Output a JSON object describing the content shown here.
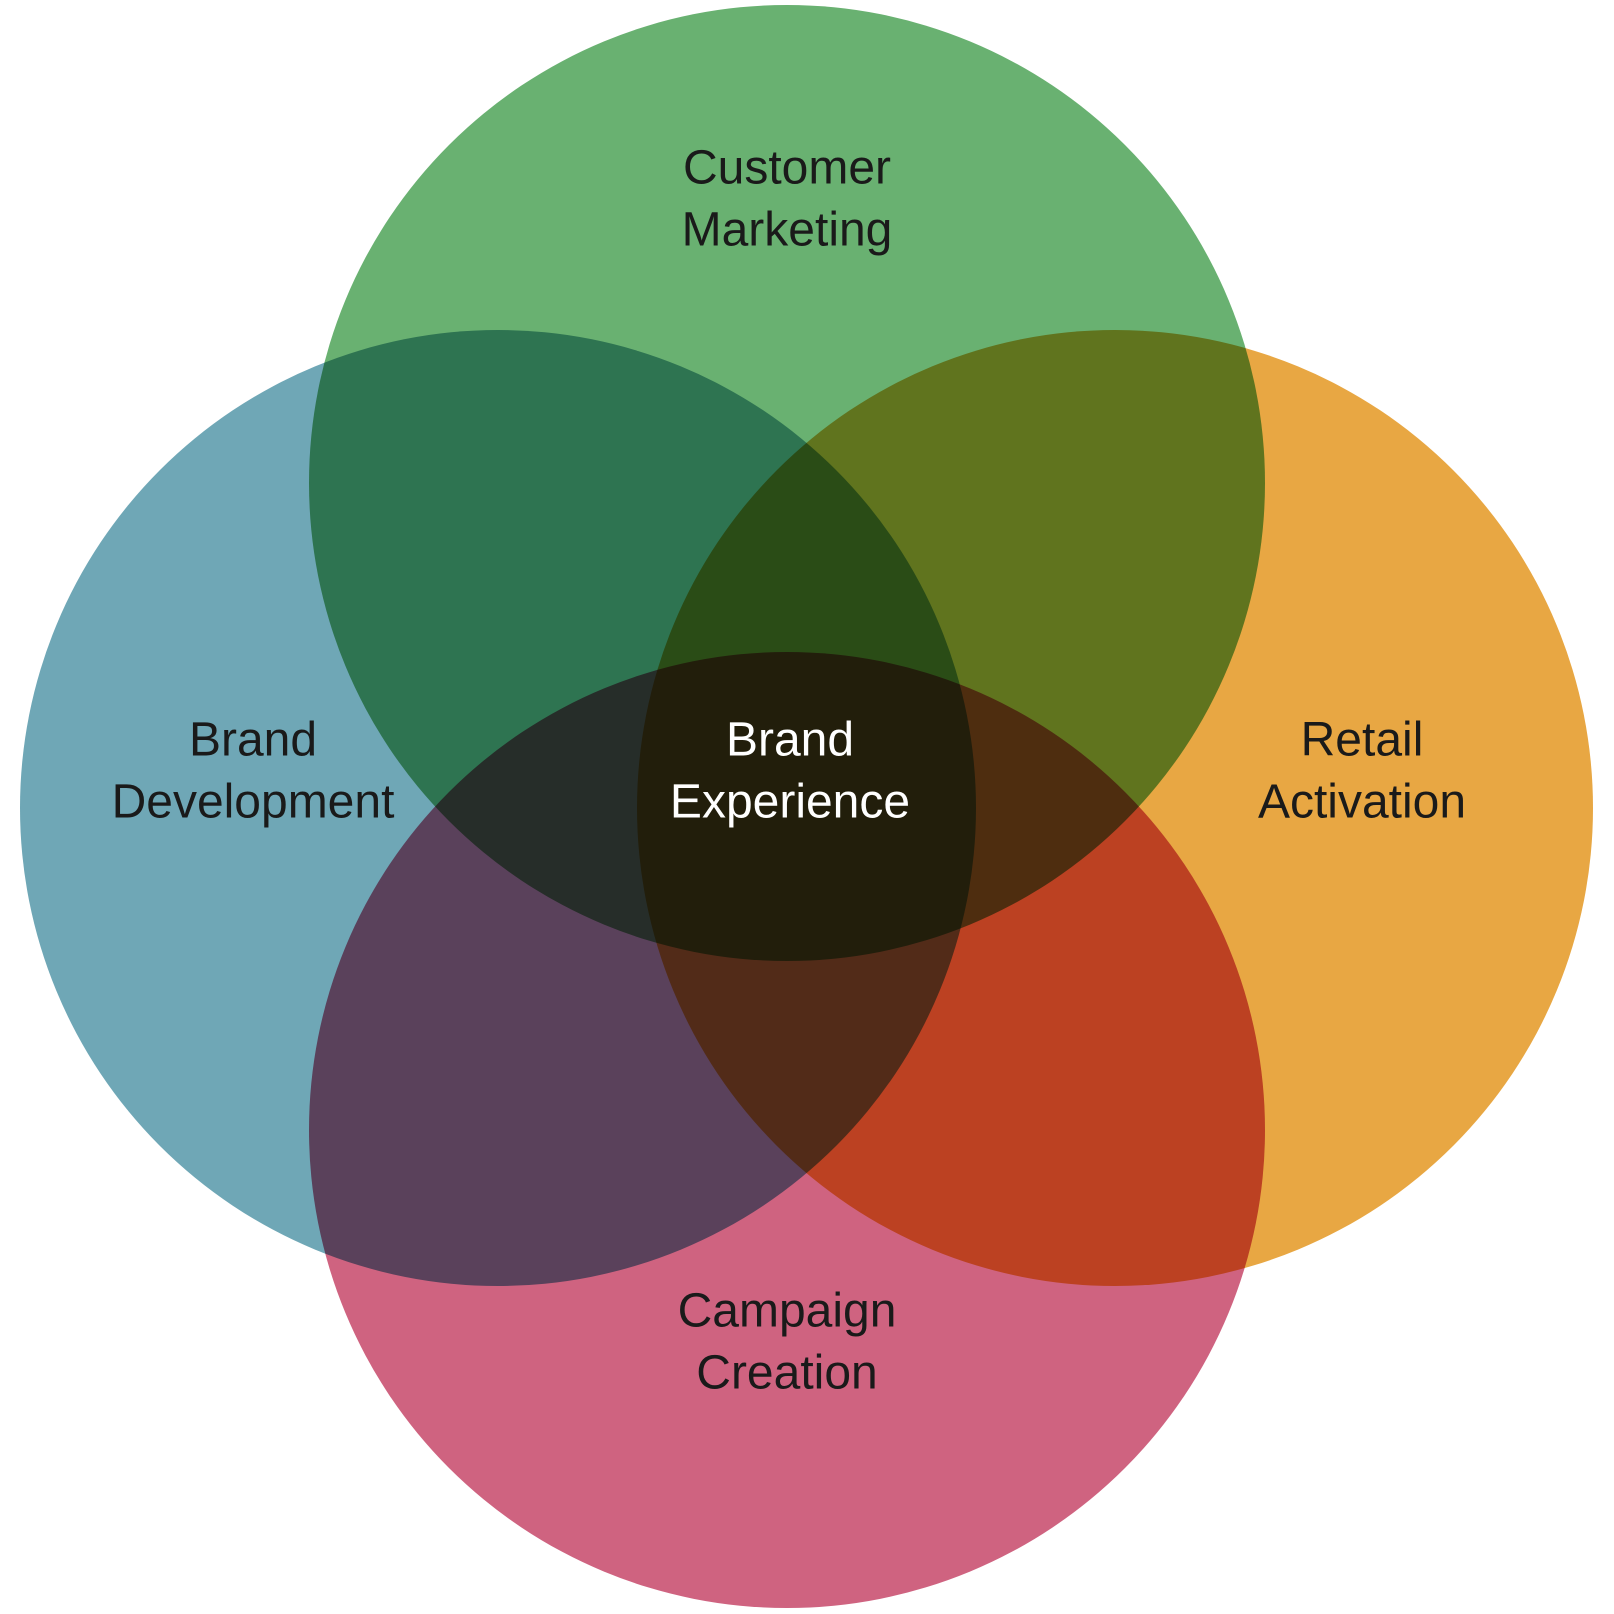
{
  "diagram": {
    "type": "venn",
    "background": "#ffffff",
    "label_color": "#1a1a1a",
    "center": {
      "label": "Brand Experience",
      "text_color": "#ffffff"
    },
    "circles": [
      {
        "id": "top",
        "label": "Customer Marketing",
        "color": "#69b171"
      },
      {
        "id": "left",
        "label": "Brand Development",
        "color": "#6fa7b6"
      },
      {
        "id": "right",
        "label": "Retail Activation",
        "color": "#e8a743"
      },
      {
        "id": "bottom",
        "label": "Campaign Creation",
        "color": "#cf6380"
      }
    ]
  }
}
